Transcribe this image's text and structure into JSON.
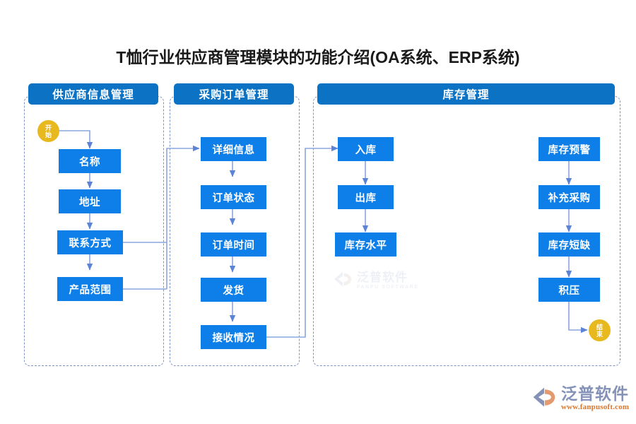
{
  "title": "T恤行业供应商管理模块的功能介绍(OA系统、ERP系统)",
  "colors": {
    "panel_header_blue": "#0b72c4",
    "node_blue": "#0e7fe8",
    "terminator_amber": "#e8b81f",
    "connector_blue": "#7f9ddb",
    "panel_border": "#7f93c4",
    "background": "#ffffff",
    "title_text": "#1a1a1a"
  },
  "panels": [
    {
      "id": "supplier-info",
      "header": "供应商信息管理"
    },
    {
      "id": "purchase-order",
      "header": "采购订单管理"
    },
    {
      "id": "inventory",
      "header": "库存管理"
    }
  ],
  "terminators": {
    "start": {
      "label_line1": "开",
      "label_line2": "始",
      "full": "开始"
    },
    "end": {
      "label_line1": "结",
      "label_line2": "束",
      "full": "结束"
    }
  },
  "flow": {
    "supplier_info_nodes": [
      {
        "id": "name",
        "label": "名称"
      },
      {
        "id": "address",
        "label": "地址"
      },
      {
        "id": "contact",
        "label": "联系方式"
      },
      {
        "id": "product-range",
        "label": "产品范围"
      }
    ],
    "purchase_order_nodes": [
      {
        "id": "details",
        "label": "详细信息"
      },
      {
        "id": "order-status",
        "label": "订单状态"
      },
      {
        "id": "order-time",
        "label": "订单时间"
      },
      {
        "id": "shipping",
        "label": "发货"
      },
      {
        "id": "receiving",
        "label": "接收情况"
      }
    ],
    "inventory_left_nodes": [
      {
        "id": "stock-in",
        "label": "入库"
      },
      {
        "id": "stock-out",
        "label": "出库"
      },
      {
        "id": "stock-level",
        "label": "库存水平"
      }
    ],
    "inventory_right_nodes": [
      {
        "id": "stock-alert",
        "label": "库存预警"
      },
      {
        "id": "replenish",
        "label": "补充采购"
      },
      {
        "id": "shortage",
        "label": "库存短缺"
      },
      {
        "id": "overstock",
        "label": "积压"
      }
    ]
  },
  "watermark": {
    "center_cn": "泛普软件",
    "center_en": "FANPU SOFTWARE"
  },
  "logo": {
    "brand_cn": "泛普软件",
    "url": "www.fanpusoft.com"
  }
}
